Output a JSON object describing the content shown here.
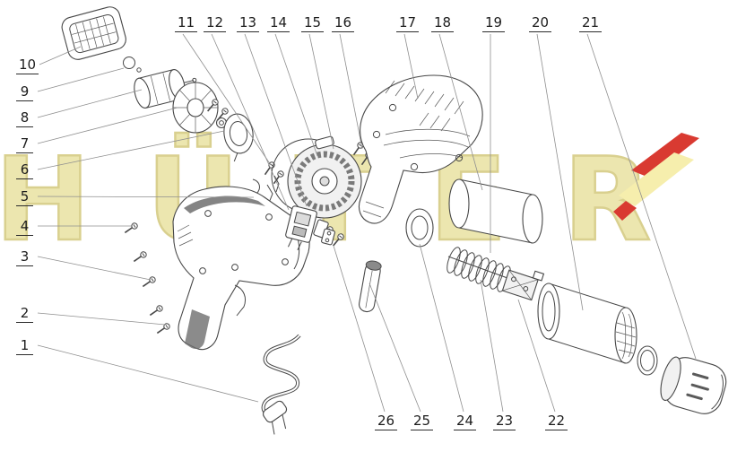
{
  "watermark": {
    "text": "HÜTER",
    "fill": "#ece5ab",
    "outline": "#d8ce8a"
  },
  "logo": {
    "red": "#d93a31",
    "yellow": "#f6eead"
  },
  "callouts": {
    "left": [
      "10",
      "9",
      "8",
      "7",
      "6",
      "5",
      "4",
      "3",
      "2",
      "1"
    ],
    "top": [
      "11",
      "12",
      "13",
      "14",
      "15",
      "16",
      "17",
      "18",
      "19",
      "20",
      "21"
    ],
    "bottom": [
      "26",
      "25",
      "24",
      "23",
      "22"
    ]
  }
}
